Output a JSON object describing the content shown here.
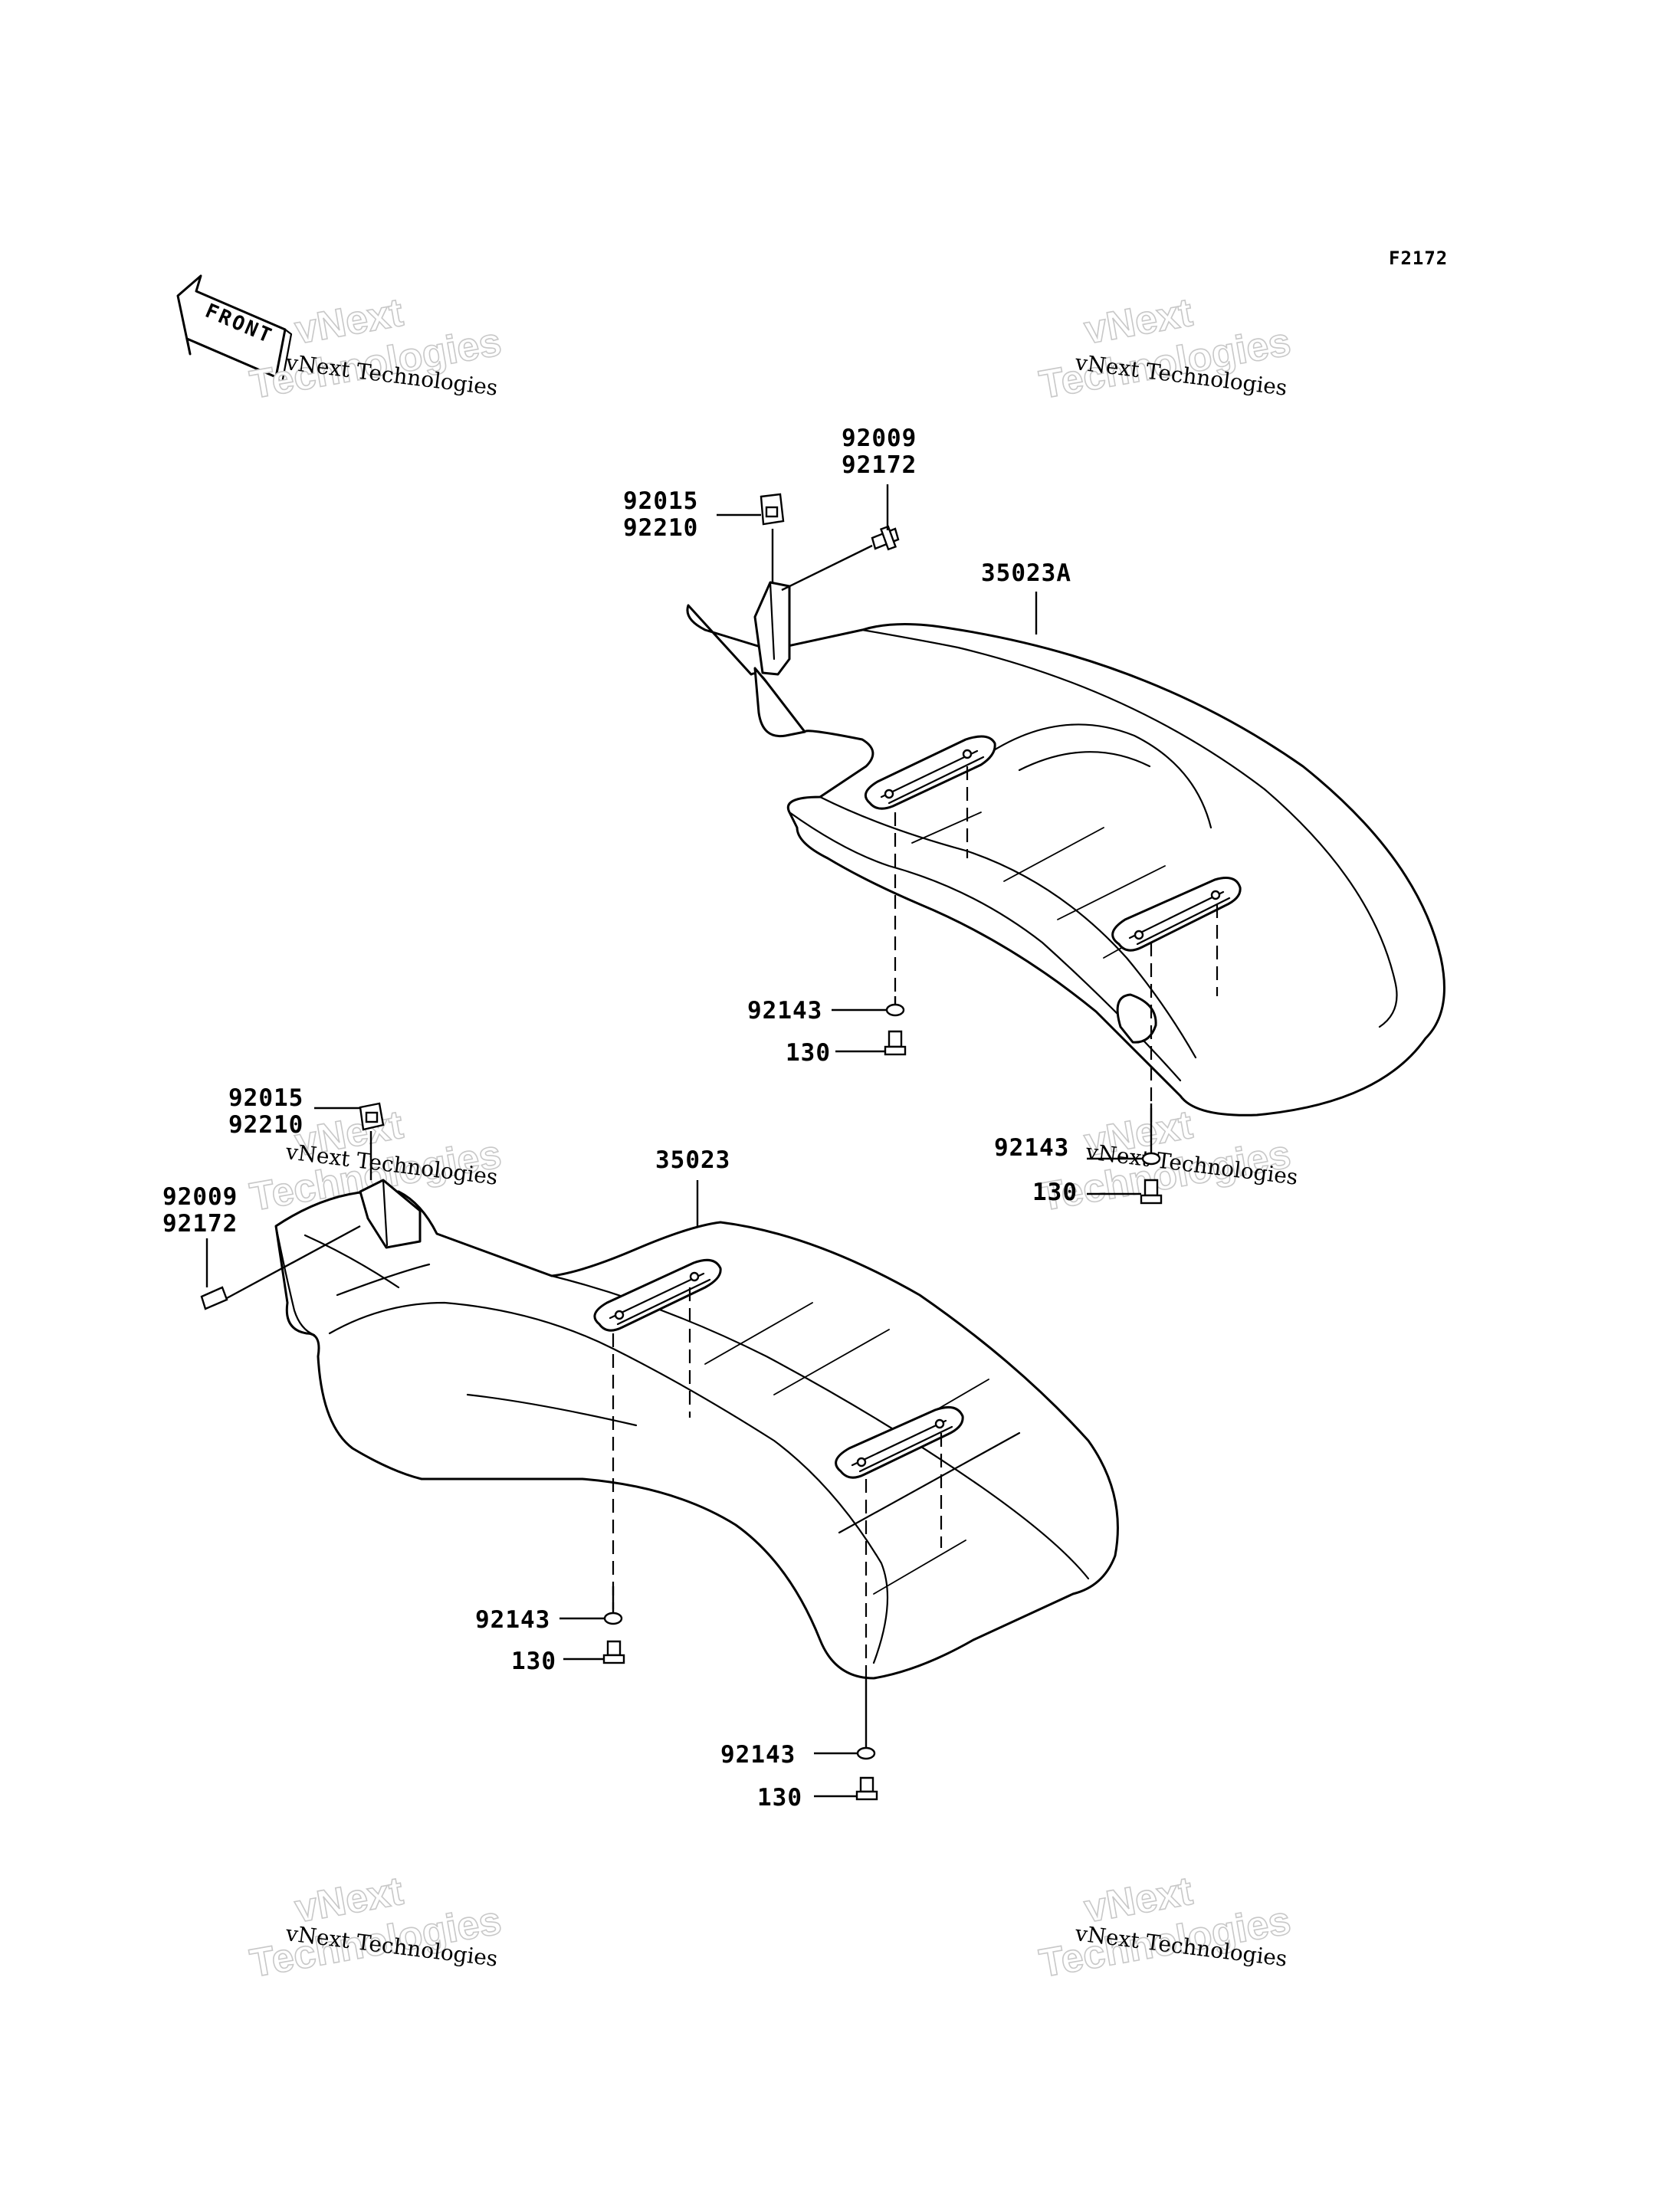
{
  "figure_code": "F2172",
  "front_arrow": "FRONT",
  "watermark": {
    "line1": "vNext",
    "line2": "Technologies",
    "caption": "vNext Technologies"
  },
  "upper_assembly": {
    "fender": "35023A",
    "clip": [
      "92015",
      "92210"
    ],
    "screw": [
      "92009",
      "92172"
    ],
    "washer_front": "92143",
    "bolt_front": "130",
    "washer_rear": "92143",
    "bolt_rear": "130"
  },
  "lower_assembly": {
    "fender": "35023",
    "clip": [
      "92015",
      "92210"
    ],
    "screw": [
      "92009",
      "92172"
    ],
    "washer_front": "92143",
    "bolt_front": "130",
    "washer_rear": "92143",
    "bolt_rear": "130"
  }
}
